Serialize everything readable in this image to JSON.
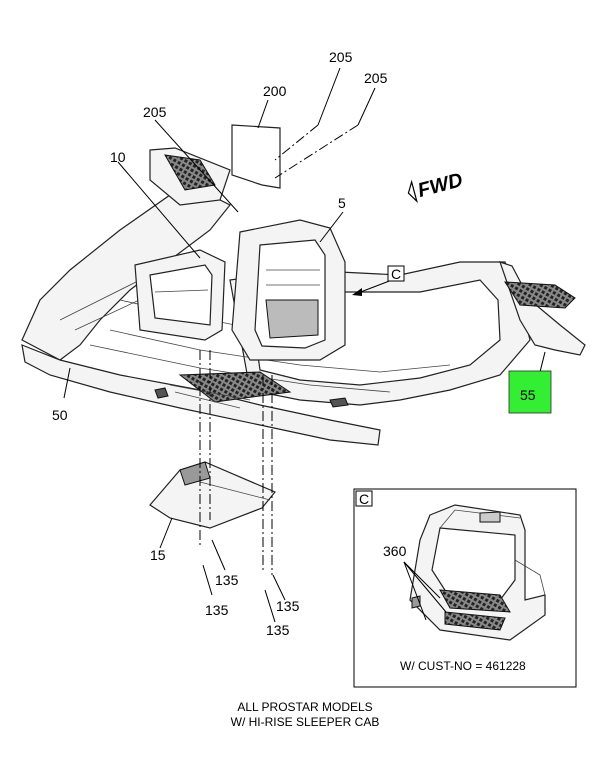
{
  "callouts": {
    "c205a": "205",
    "c205b": "205",
    "c205c": "205",
    "c200": "200",
    "c10": "10",
    "c5": "5",
    "c50": "50",
    "c55": "55",
    "c15": "15",
    "c135a": "135",
    "c135b": "135",
    "c135c": "135",
    "c135d": "135",
    "c360": "360"
  },
  "view_ref": "C",
  "detail_ref": "C",
  "fwd_label": "FWD",
  "detail_note": "W/ CUST-NO = 461228",
  "caption": {
    "line1": "ALL PROSTAR MODELS",
    "line2": "W/ HI-RISE SLEEPER CAB"
  },
  "colors": {
    "highlight": "#33ee33"
  }
}
